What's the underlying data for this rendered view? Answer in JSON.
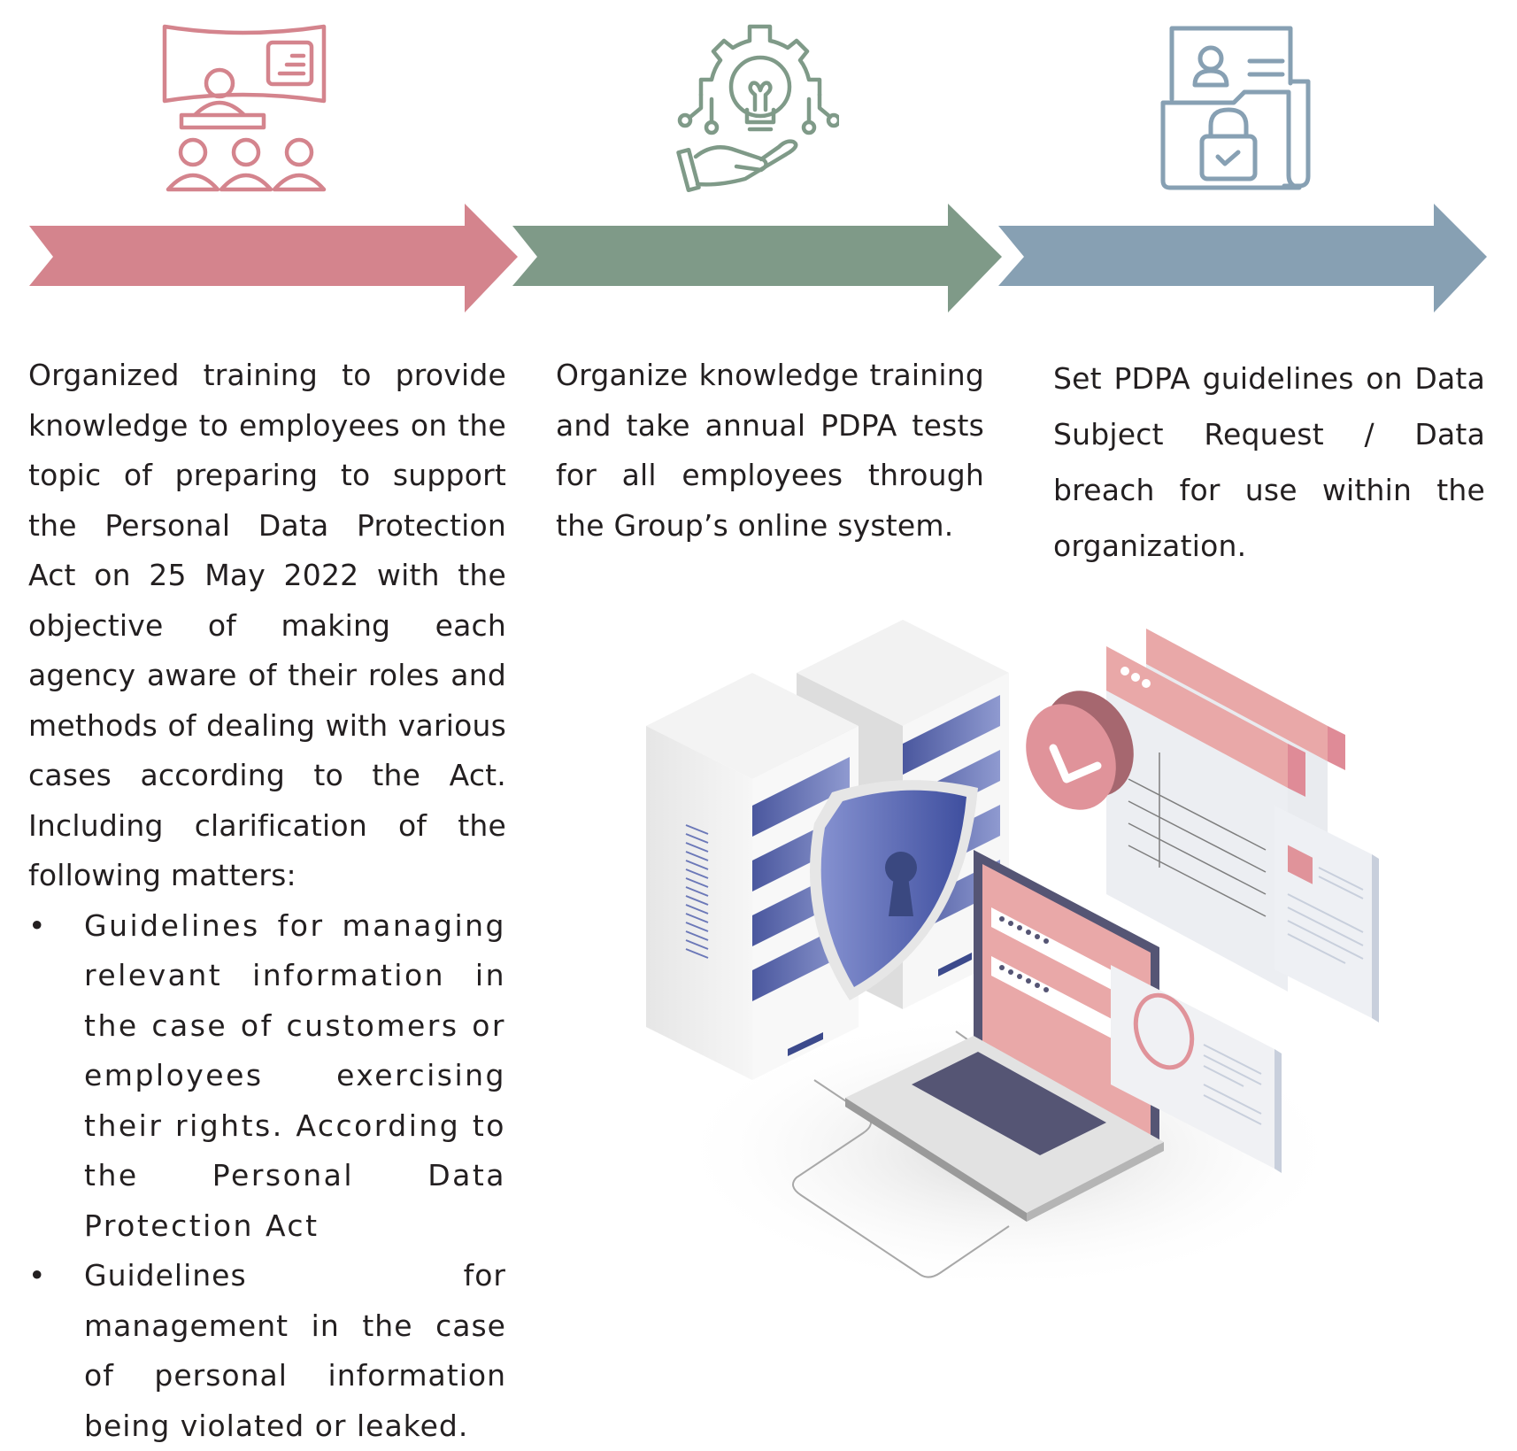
{
  "steps": [
    {
      "icon": "training-presentation-icon",
      "color": "#d4848d",
      "intro": "Organized training to provide knowledge to employees on the topic of preparing to support the Personal Data Protection Act on 25 May 2022 with the objective of making each agency aware of their roles and methods of dealing with various cases according to the Act. Including clarification of the following matters:",
      "bullets": [
        "Guidelines for managing relevant information in the case of customers or employees exercising their rights. According to the Personal Data Protection Act",
        "Guidelines for management in the case of personal information being violated or leaked."
      ],
      "bullet_symbol": "•"
    },
    {
      "icon": "lightbulb-gear-hand-icon",
      "color": "#7f9a88",
      "text": "Organize knowledge training and take annual PDPA tests for all employees through the Group’s online system."
    },
    {
      "icon": "secure-folder-icon",
      "color": "#87a0b3",
      "text": "Set PDPA guidelines on Data Subject Request / Data breach for use within the organization."
    }
  ],
  "illustration": {
    "name": "data-security-isometric-illustration",
    "colors": {
      "server_blue": "#4f5fa8",
      "pink": "#e0939a",
      "dark_pink": "#a6676f",
      "laptop_dark": "#555574",
      "grey": "#e2e2e2"
    },
    "password_mask": "••••••"
  }
}
